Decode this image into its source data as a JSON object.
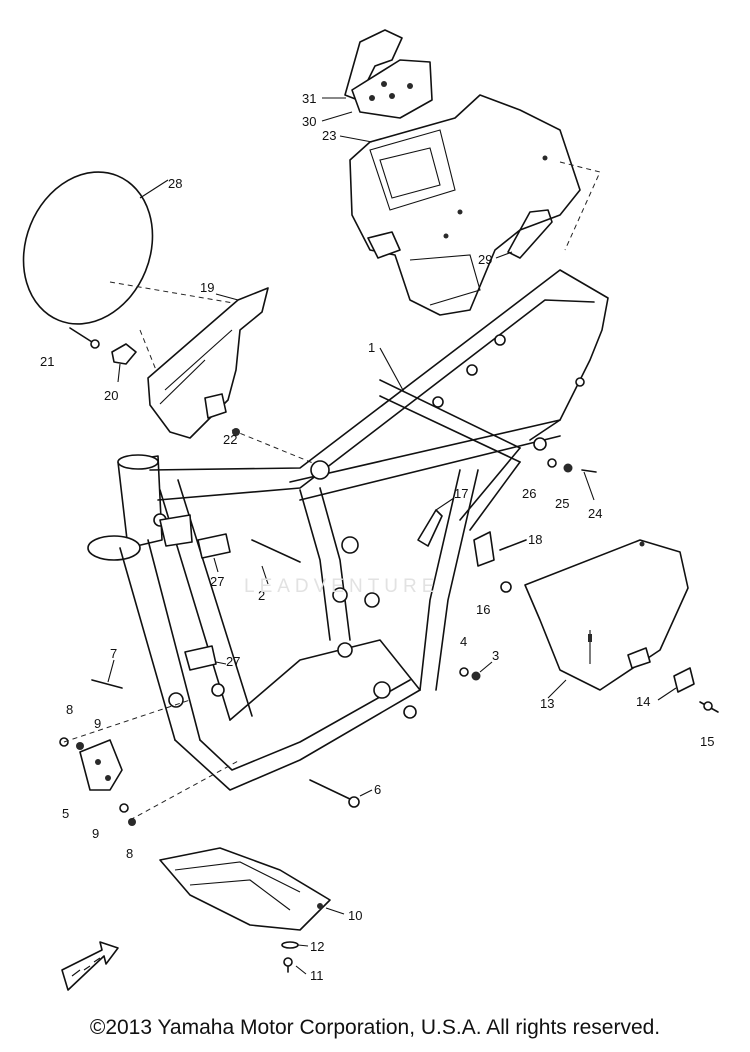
{
  "copyright": "©2013 Yamaha Motor Corporation, U.S.A. All rights reserved.",
  "watermark": "LEADVENTURE",
  "parts": [
    {
      "id": "p31",
      "label": "31"
    },
    {
      "id": "p30",
      "label": "30"
    },
    {
      "id": "p23",
      "label": "23"
    },
    {
      "id": "p28",
      "label": "28"
    },
    {
      "id": "p29",
      "label": "29"
    },
    {
      "id": "p19",
      "label": "19"
    },
    {
      "id": "p1",
      "label": "1"
    },
    {
      "id": "p21",
      "label": "21"
    },
    {
      "id": "p20",
      "label": "20"
    },
    {
      "id": "p22",
      "label": "22"
    },
    {
      "id": "p26",
      "label": "26"
    },
    {
      "id": "p25",
      "label": "25"
    },
    {
      "id": "p24",
      "label": "24"
    },
    {
      "id": "p17",
      "label": "17"
    },
    {
      "id": "p18",
      "label": "18"
    },
    {
      "id": "p27a",
      "label": "27"
    },
    {
      "id": "p2",
      "label": "2"
    },
    {
      "id": "p16",
      "label": "16"
    },
    {
      "id": "p7",
      "label": "7"
    },
    {
      "id": "p27b",
      "label": "27"
    },
    {
      "id": "p4",
      "label": "4"
    },
    {
      "id": "p3",
      "label": "3"
    },
    {
      "id": "p13",
      "label": "13"
    },
    {
      "id": "p14",
      "label": "14"
    },
    {
      "id": "p15",
      "label": "15"
    },
    {
      "id": "p8a",
      "label": "8"
    },
    {
      "id": "p9a",
      "label": "9"
    },
    {
      "id": "p5",
      "label": "5"
    },
    {
      "id": "p9b",
      "label": "9"
    },
    {
      "id": "p8b",
      "label": "8"
    },
    {
      "id": "p6",
      "label": "6"
    },
    {
      "id": "p10",
      "label": "10"
    },
    {
      "id": "p12",
      "label": "12"
    },
    {
      "id": "p11",
      "label": "11"
    }
  ]
}
